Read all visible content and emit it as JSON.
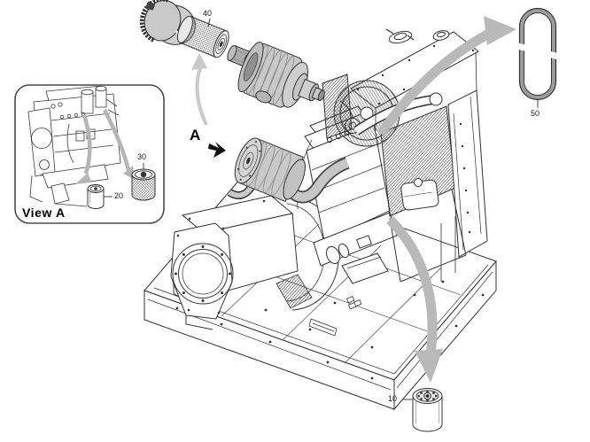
{
  "diagram": {
    "type": "exploded-parts-diagram",
    "background": "#ffffff"
  },
  "callouts": {
    "oil_filter": "10",
    "filter_cartridge": "20",
    "filter_element": "30",
    "air_filter_element": "40",
    "drive_belt": "50"
  },
  "view_inset": {
    "title": "View A"
  },
  "detail_marker": {
    "label": "A"
  },
  "colors": {
    "line": "#333333",
    "arrow_gray": "#b9b9b9",
    "light_arrow_gray": "#c9c9c9",
    "part_shading": "#c9c9c9",
    "background": "#ffffff"
  }
}
